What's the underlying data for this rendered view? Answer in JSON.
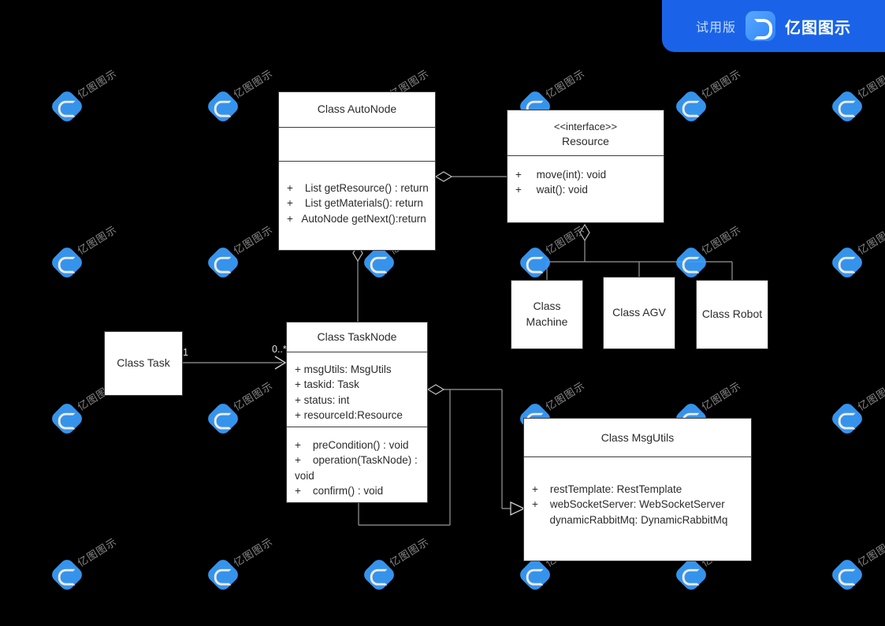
{
  "banner": {
    "trial_label": "试用版",
    "brand_name": "亿图图示",
    "logo_icon": "edraw-logo-icon",
    "accent_color": "#1a63e8"
  },
  "watermark": {
    "text": "亿图图示",
    "logo_icon": "edraw-watermark-icon",
    "badge_color": "#3ba0ff",
    "text_color": "#8a8a8a"
  },
  "diagram": {
    "type": "uml-class-diagram",
    "background_color": "#000000",
    "box_fill": "#ffffff",
    "box_border": "#3c3c3c",
    "classes": [
      {
        "id": "autonode",
        "title": "Class AutoNode",
        "attributes": [],
        "methods": [
          "+    List getResource() : return",
          "+    List getMaterials(): return",
          "+   AutoNode getNext():return"
        ]
      },
      {
        "id": "resource",
        "stereotype": "<<interface>>",
        "title": "Resource",
        "methods": [
          "+     move(int): void",
          "+     wait(): void"
        ]
      },
      {
        "id": "tasknode",
        "title": "Class TaskNode",
        "attributes": [
          "+ msgUtils: MsgUtils",
          "+ taskid: Task",
          "+ status: int",
          "+ resourceId:Resource"
        ],
        "methods": [
          "+    preCondition() : void",
          "+    operation(TaskNode) : void",
          "+    confirm() : void"
        ]
      },
      {
        "id": "task",
        "title": "Class Task"
      },
      {
        "id": "machine",
        "title": "Class Machine"
      },
      {
        "id": "agv",
        "title": "Class AGV"
      },
      {
        "id": "robot",
        "title": "Class Robot"
      },
      {
        "id": "msgutils",
        "title": "Class MsgUtils",
        "attributes": [
          "+    restTemplate: RestTemplate",
          "+    webSocketServer: WebSocketServer",
          "      dynamicRabbitMq: DynamicRabbitMq"
        ]
      }
    ],
    "edge_labels": [
      {
        "id": "task-mult",
        "text": "1"
      },
      {
        "id": "tasknode-mult",
        "text": "0..*"
      }
    ],
    "relations": [
      {
        "from": "autonode",
        "to": "resource",
        "kind": "aggregation"
      },
      {
        "from": "autonode",
        "to": "tasknode",
        "kind": "aggregation"
      },
      {
        "from": "resource",
        "to": "machine",
        "kind": "generalization"
      },
      {
        "from": "resource",
        "to": "agv",
        "kind": "generalization"
      },
      {
        "from": "resource",
        "to": "robot",
        "kind": "generalization"
      },
      {
        "from": "task",
        "to": "tasknode",
        "kind": "association"
      },
      {
        "from": "tasknode",
        "to": "msgutils",
        "kind": "aggregation"
      },
      {
        "from": "tasknode",
        "to": "tasknode",
        "kind": "self-loop"
      }
    ]
  }
}
